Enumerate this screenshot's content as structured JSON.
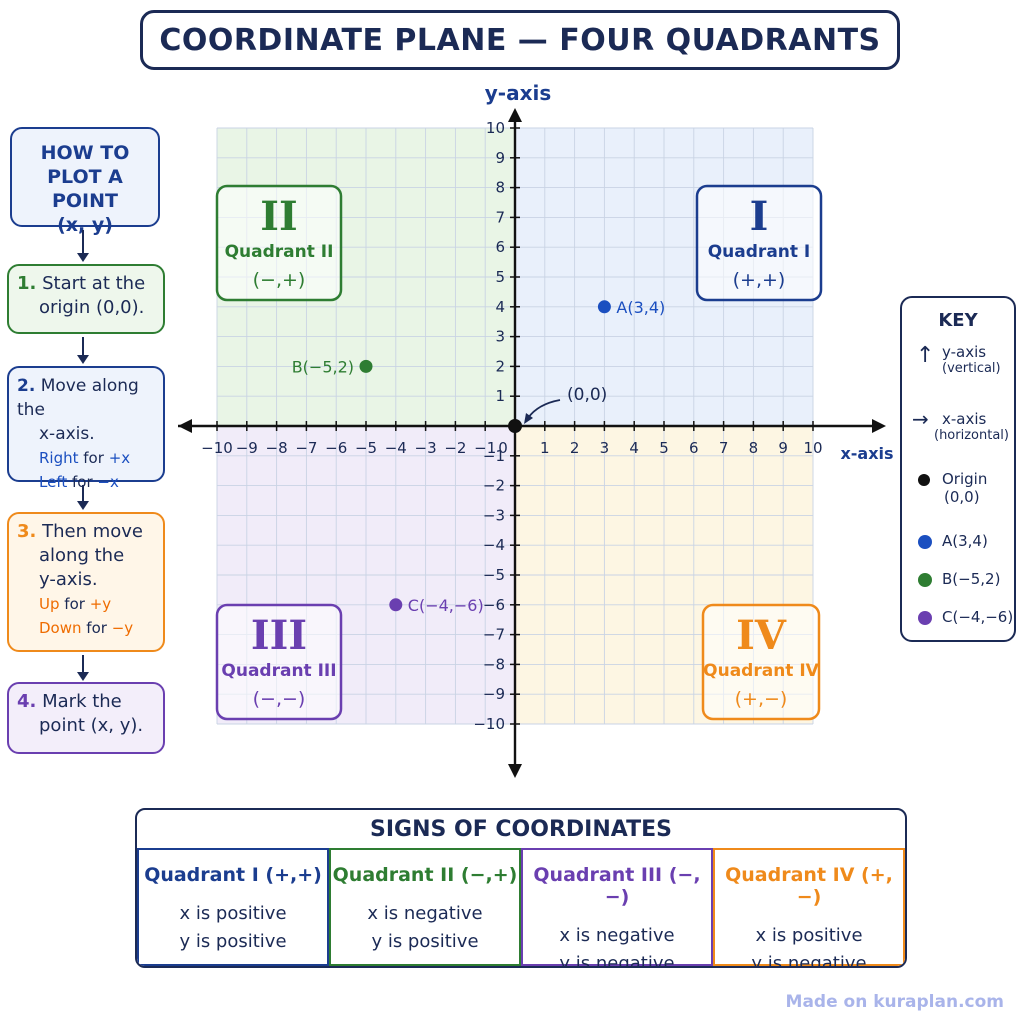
{
  "title": "COORDINATE PLANE — FOUR QUADRANTS",
  "axes": {
    "y_label": "y-axis",
    "x_label": "x-axis",
    "origin_label": "(0,0)"
  },
  "chart_data": {
    "type": "scatter",
    "xlim": [
      -10,
      10
    ],
    "ylim": [
      -10,
      10
    ],
    "grid": true,
    "x_ticks": [
      -10,
      -9,
      -8,
      -7,
      -6,
      -5,
      -4,
      -3,
      -2,
      -1,
      0,
      1,
      2,
      3,
      4,
      5,
      6,
      7,
      8,
      9,
      10
    ],
    "y_ticks": [
      -10,
      -9,
      -8,
      -7,
      -6,
      -5,
      -4,
      -3,
      -2,
      -1,
      1,
      2,
      3,
      4,
      5,
      6,
      7,
      8,
      9,
      10
    ],
    "points": [
      {
        "label": "A(3,4)",
        "x": 3,
        "y": 4,
        "color": "#1b4fc0"
      },
      {
        "label": "B(−5,2)",
        "x": -5,
        "y": 2,
        "color": "#2e7d32"
      },
      {
        "label": "C(−4,−6)",
        "x": -4,
        "y": -6,
        "color": "#6a3fb0"
      }
    ],
    "quadrants": [
      {
        "numeral": "I",
        "name": "Quadrant I",
        "signs": "(+,+)",
        "color": "#1b3d8f",
        "fill": "#e9f0fb"
      },
      {
        "numeral": "II",
        "name": "Quadrant II",
        "signs": "(−,+)",
        "color": "#2e7d32",
        "fill": "#e9f5e6"
      },
      {
        "numeral": "III",
        "name": "Quadrant III",
        "signs": "(−,−)",
        "color": "#6a3fb0",
        "fill": "#f1ecf9"
      },
      {
        "numeral": "IV",
        "name": "Quadrant IV",
        "signs": "(+,−)",
        "color": "#ef8a1b",
        "fill": "#fdf6e3"
      }
    ]
  },
  "steps": {
    "header": {
      "line1": "HOW TO",
      "line2": "PLOT A POINT",
      "line3": "(x, y)"
    },
    "s1": {
      "num": "1.",
      "text1": "Start at the",
      "text2": "origin (0,0)."
    },
    "s2": {
      "num": "2.",
      "text1": "Move along the",
      "text2": "x-axis.",
      "sub1a": "Right",
      "sub1b": "for",
      "sub1c": "+x",
      "sub2a": "Left",
      "sub2b": "for",
      "sub2c": "−x"
    },
    "s3": {
      "num": "3.",
      "text1": "Then move",
      "text2": "along the",
      "text3": "y-axis.",
      "sub1a": "Up",
      "sub1b": "for",
      "sub1c": "+y",
      "sub2a": "Down",
      "sub2b": "for",
      "sub2c": "−y"
    },
    "s4": {
      "num": "4.",
      "text1": "Mark the",
      "text2": "point (x, y)."
    }
  },
  "key": {
    "title": "KEY",
    "y_axis": "y-axis",
    "y_axis_sub": "(vertical)",
    "x_axis": "x-axis",
    "x_axis_sub": "(horizontal)",
    "origin": "Origin",
    "origin_sub": "(0,0)",
    "a": "A(3,4)",
    "b": "B(−5,2)",
    "c": "C(−4,−6)"
  },
  "signs": {
    "title": "SIGNS OF COORDINATES",
    "cols": [
      {
        "head": "Quadrant I (+,+)",
        "l1": "x is positive",
        "l2": "y is positive",
        "color": "#1b3d8f",
        "fill": "#ffffff"
      },
      {
        "head": "Quadrant II (−,+)",
        "l1": "x is negative",
        "l2": "y is positive",
        "color": "#2e7d32",
        "fill": "#ffffff"
      },
      {
        "head": "Quadrant III (−,−)",
        "l1": "x is negative",
        "l2": "y is negative",
        "color": "#6a3fb0",
        "fill": "#ffffff"
      },
      {
        "head": "Quadrant IV (+,−)",
        "l1": "x is positive",
        "l2": "y is negative",
        "color": "#ef8a1b",
        "fill": "#ffffff"
      }
    ]
  },
  "watermark": "Made on kuraplan.com"
}
